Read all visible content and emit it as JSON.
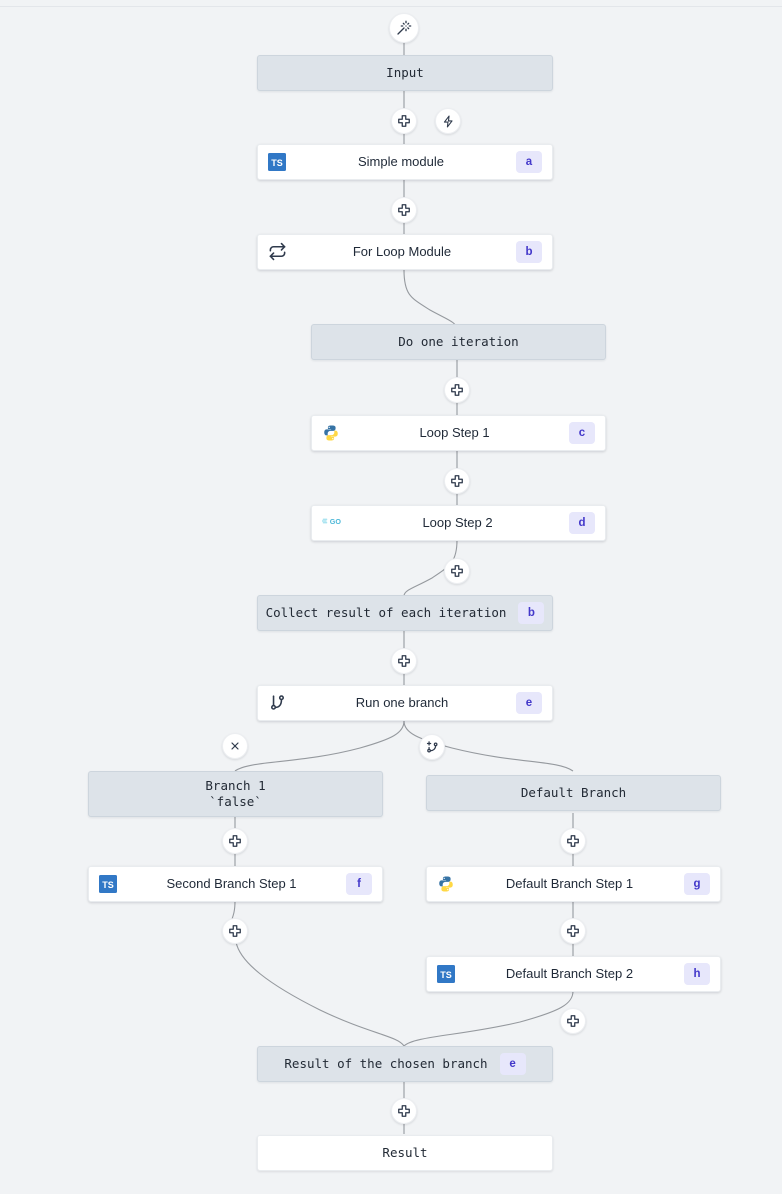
{
  "canvas": {
    "background": "#f1f3f5",
    "edge_color": "#95999e",
    "frame_bg": "#dde3e9",
    "module_bg": "#ffffff",
    "badge_bg": "#e7e7fb",
    "badge_fg": "#4338ca"
  },
  "toolbar": {
    "magic_wand_label": ""
  },
  "nodes": {
    "input": {
      "label": "Input"
    },
    "simple_module": {
      "label": "Simple module",
      "badge": "a",
      "lang": "typescript"
    },
    "for_loop": {
      "label": "For Loop Module",
      "badge": "b",
      "icon": "loop"
    },
    "do_one_iteration": {
      "label": "Do one iteration"
    },
    "loop_step_1": {
      "label": "Loop Step 1",
      "badge": "c",
      "lang": "python"
    },
    "loop_step_2": {
      "label": "Loop Step 2",
      "badge": "d",
      "lang": "go"
    },
    "collect_result": {
      "label": "Collect result of each iteration",
      "badge": "b"
    },
    "run_one_branch": {
      "label": "Run one branch",
      "badge": "e",
      "icon": "branch"
    },
    "branch_1": {
      "label": "Branch 1\n`false`"
    },
    "default_branch": {
      "label": "Default Branch"
    },
    "second_branch_step_1": {
      "label": "Second Branch Step 1",
      "badge": "f",
      "lang": "typescript"
    },
    "default_branch_step_1": {
      "label": "Default Branch Step 1",
      "badge": "g",
      "lang": "python"
    },
    "default_branch_step_2": {
      "label": "Default Branch Step 2",
      "badge": "h",
      "lang": "typescript"
    },
    "result_chosen_branch": {
      "label": "Result of the chosen branch",
      "badge": "e"
    },
    "result": {
      "label": "Result"
    }
  },
  "buttons": {
    "magic_wand": "magic-wand",
    "add_step": "plus",
    "trigger": "lightning",
    "add_branch": "branch-plus",
    "remove_branch": "close"
  }
}
